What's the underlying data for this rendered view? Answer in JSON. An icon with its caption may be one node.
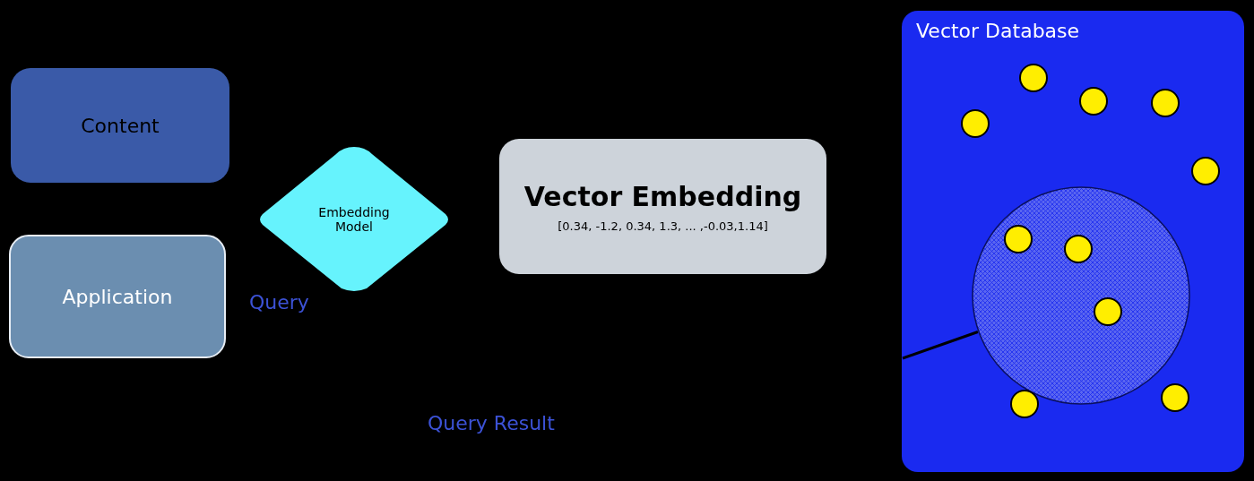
{
  "diagram": {
    "nodes": [
      {
        "text": [
          "Content"
        ]
      },
      {
        "text": [
          "Application"
        ]
      },
      {
        "text": [
          "Embedding Model"
        ]
      },
      {
        "text": [
          "Vector Embedding",
          "[0.34, -1.2, 0.34, 1.3, ... ,-0.03,1.14]"
        ]
      },
      {
        "text": [
          "Vector Database"
        ]
      },
      {
        "text": [],
        "shape": "circle",
        "in": 4
      }
    ],
    "edges": [
      {
        "from": null,
        "to": 5,
        "arrow": "none"
      }
    ],
    "labels": [
      "Query",
      "Query Result"
    ]
  }
}
